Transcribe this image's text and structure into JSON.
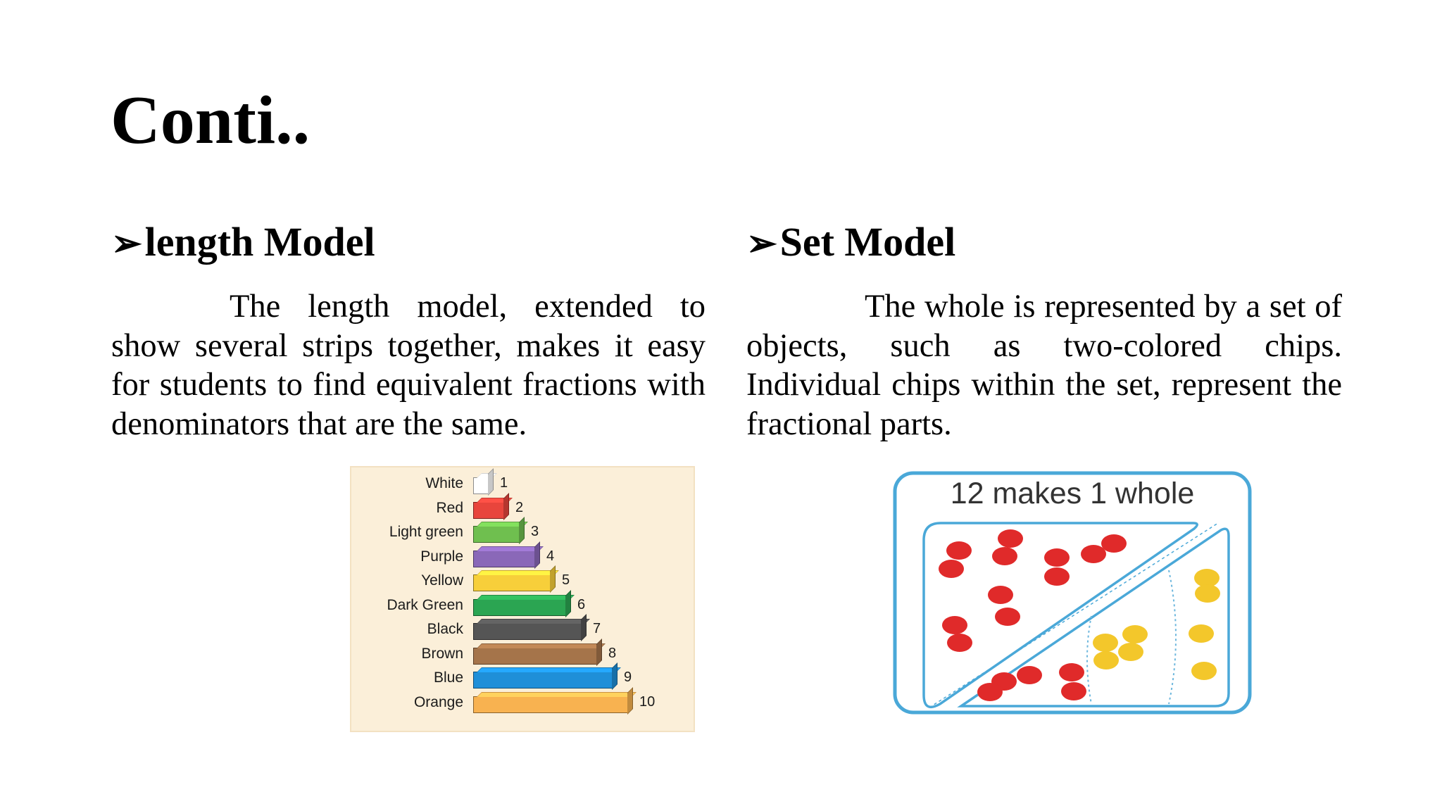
{
  "slide": {
    "title": "Conti..",
    "left": {
      "heading_marker": "➢",
      "heading": "length Model",
      "paragraph": "The length model, extended to show several strips together, makes it easy for students to find equivalent fractions with denominators that are the same."
    },
    "right": {
      "heading_marker": "➢",
      "heading": "Set Model",
      "paragraph": "The whole is represented by a set of objects, such as two-colored chips. Individual chips within the set, represent the fractional parts."
    }
  },
  "rods": [
    {
      "name": "White",
      "value": "1",
      "color": "#ffffff"
    },
    {
      "name": "Red",
      "value": "2",
      "color": "#e8453c"
    },
    {
      "name": "Light green",
      "value": "3",
      "color": "#6fbf4f"
    },
    {
      "name": "Purple",
      "value": "4",
      "color": "#8a68b8"
    },
    {
      "name": "Yellow",
      "value": "5",
      "color": "#f7cf3a"
    },
    {
      "name": "Dark Green",
      "value": "6",
      "color": "#2ba552"
    },
    {
      "name": "Black",
      "value": "7",
      "color": "#555555"
    },
    {
      "name": "Brown",
      "value": "8",
      "color": "#a5744a"
    },
    {
      "name": "Blue",
      "value": "9",
      "color": "#1f8fd8"
    },
    {
      "name": "Orange",
      "value": "10",
      "color": "#f8b250"
    }
  ],
  "set_model": {
    "caption": "12 makes 1 whole",
    "frame_color": "#4aa8d8",
    "red_chip_color": "#e02a2a",
    "yellow_chip_color": "#f3c72b"
  }
}
